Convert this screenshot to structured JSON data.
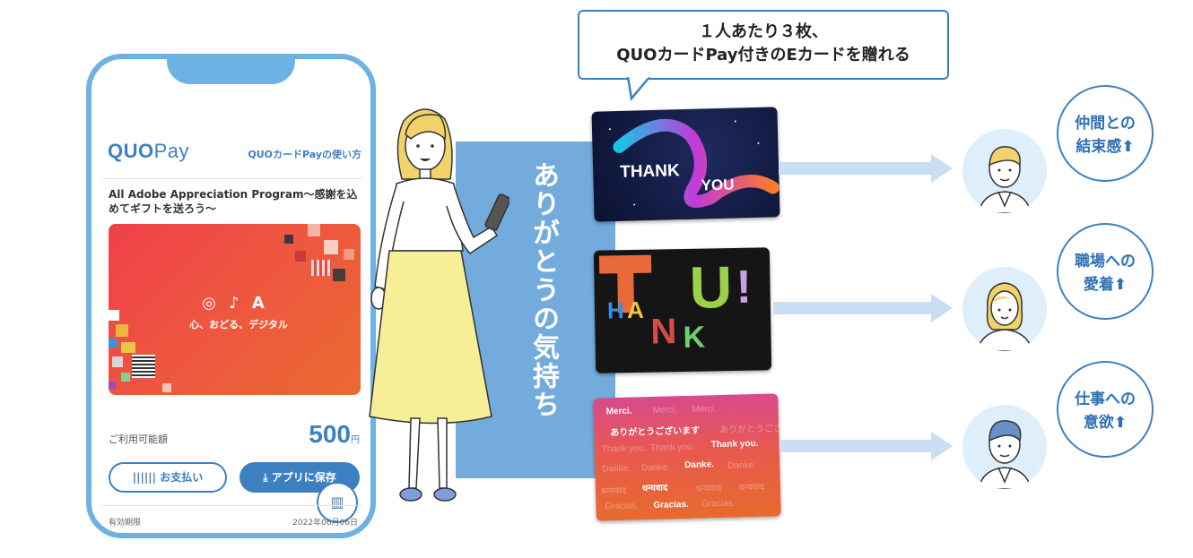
{
  "phone": {
    "logo_main": "QUO",
    "logo_pay": "Pay",
    "howto_link": "QUOカードPayの使い方",
    "program_title": "All Adobe Appreciation Program〜感謝を込めてギフトを送ろう〜",
    "card_tagline": "心、おどる、デジタル",
    "available_label": "ご利用可能額",
    "amount": "500",
    "currency": "円",
    "pay_button": "お支払い",
    "save_button": "アプリに保存",
    "expiry_label": "有効期限",
    "expiry_date": "2022年06月06日"
  },
  "band_text": "ありがとうの気持ち",
  "bubble": {
    "line1": "１人あたり３枚、",
    "line2": "QUOカードPay付きのEカードを贈れる"
  },
  "cards": {
    "card1": {
      "word1": "THANK",
      "word2": "YOU"
    },
    "card2": {
      "letters": [
        "T",
        "H",
        "A",
        "N",
        "K",
        "U",
        "!"
      ]
    },
    "card3": {
      "words": [
        "Merci.",
        "ありがとうございます",
        "Thank you.",
        "Danke.",
        "धन्यवाद",
        "Gracias."
      ]
    }
  },
  "benefits": [
    {
      "line1": "仲間との",
      "line2": "結束感⬆"
    },
    {
      "line1": "職場への",
      "line2": "愛着⬆"
    },
    {
      "line1": "仕事への",
      "line2": "意欲⬆"
    }
  ],
  "colors": {
    "brand_blue": "#3d80c2",
    "phone_frame": "#6cb2e3",
    "band": "#73acdc",
    "arrow": "#c9def3"
  }
}
